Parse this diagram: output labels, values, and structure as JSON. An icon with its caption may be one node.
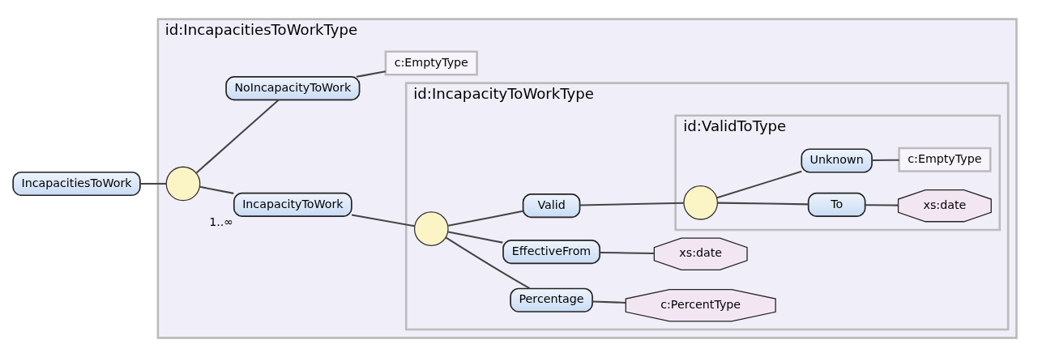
{
  "diagram": {
    "nodes": [
      {
        "text": [
          "IncapacitiesToWork"
        ]
      },
      {
        "text": [
          "id:IncapacitiesToWorkType"
        ]
      },
      {
        "text": [],
        "shape": "circle",
        "in": 1
      },
      {
        "text": [
          "IncapacityToWork"
        ],
        "in": 1,
        "beside": [
          "1..∞"
        ]
      },
      {
        "text": [
          "id:IncapacityToWorkType"
        ],
        "in": 1
      },
      {
        "text": [],
        "shape": "circle",
        "in": 4
      },
      {
        "text": [
          "Percentage"
        ],
        "in": 4
      },
      {
        "text": [
          "c:PercentType"
        ],
        "in": 4
      },
      {
        "text": [
          "EffectiveFrom"
        ],
        "in": 4
      },
      {
        "text": [
          "xs:date"
        ],
        "in": 4
      },
      {
        "text": [
          "Valid"
        ],
        "in": 4
      },
      {
        "text": [
          "id:ValidToType"
        ],
        "in": 4
      },
      {
        "text": [],
        "shape": "circle",
        "in": 11
      },
      {
        "text": [
          "To"
        ],
        "in": 11
      },
      {
        "text": [
          "xs:date"
        ],
        "in": 11
      },
      {
        "text": [
          "Unknown"
        ],
        "in": 11
      },
      {
        "text": [
          "c:EmptyType"
        ],
        "in": 11
      },
      {
        "text": [
          "NoIncapacityToWork"
        ],
        "in": 1
      },
      {
        "text": [
          "c:EmptyType"
        ],
        "in": 1
      }
    ],
    "edges": [
      {
        "from": 0,
        "to": 2,
        "arrow": "none"
      },
      {
        "from": 2,
        "to": 3,
        "arrow": "none"
      },
      {
        "from": 2,
        "to": 17,
        "arrow": "none"
      },
      {
        "from": 3,
        "to": 5,
        "arrow": "none"
      },
      {
        "from": 5,
        "to": 6,
        "arrow": "none"
      },
      {
        "from": 5,
        "to": 8,
        "arrow": "none"
      },
      {
        "from": 5,
        "to": 10,
        "arrow": "none"
      },
      {
        "from": 6,
        "to": 7,
        "arrow": "none"
      },
      {
        "from": 8,
        "to": 9,
        "arrow": "none"
      },
      {
        "from": 10,
        "to": 12,
        "arrow": "none"
      },
      {
        "from": 12,
        "to": 13,
        "arrow": "none"
      },
      {
        "from": 12,
        "to": 15,
        "arrow": "none"
      },
      {
        "from": 13,
        "to": 14,
        "arrow": "none"
      },
      {
        "from": 15,
        "to": 16,
        "arrow": "none"
      },
      {
        "from": 17,
        "to": 18,
        "arrow": "none"
      }
    ]
  }
}
